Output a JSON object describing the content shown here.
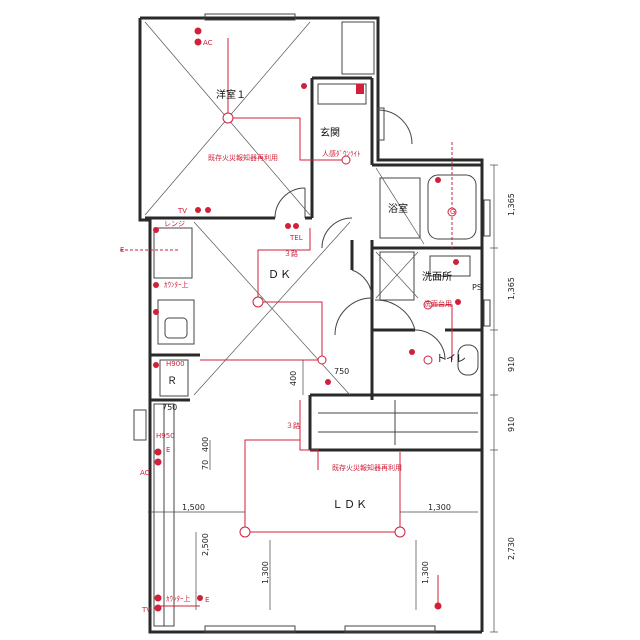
{
  "rooms": {
    "western_room": "洋室１",
    "entrance": "玄関",
    "bath": "浴室",
    "dk": "ＤＫ",
    "washroom": "洗面所",
    "toilet": "トイレ",
    "ldk": "ＬＤＫ",
    "refrigerator": "Ｒ",
    "ps": "PS"
  },
  "electrical_notes": {
    "fire_alarm_1": "既存火災報知器再利用",
    "fire_alarm_2": "既存火災報知器再利用",
    "motion_light": "人感ﾀﾞｳﾝﾗｲﾄ",
    "range": "レンジ",
    "counter_top_1": "ｶｳﾝﾀｰ上",
    "counter_top_2": "ｶｳﾝﾀｰ上",
    "washstand": "洗面台用",
    "tel": "TEL",
    "three_way_1": "３路",
    "three_way_2": "３路",
    "h900": "H900",
    "h950": "H950",
    "ac1": "AC",
    "ac2": "AC",
    "tv1": "TV",
    "tv2": "TV",
    "e1": "E",
    "e2": "E",
    "e3": "E",
    "g": "G"
  },
  "dimensions": {
    "right_1": "1,365",
    "right_2": "1,365",
    "right_3": "910",
    "right_4": "910",
    "right_5": "2,730",
    "d_400a": "400",
    "d_750a": "750",
    "d_750b": "750",
    "d_400b": "400",
    "d_70": "70",
    "d_1500": "1,500",
    "d_1300a": "1,300",
    "d_2500": "2,500",
    "d_1300b": "1,300",
    "d_1300c": "1,300"
  }
}
